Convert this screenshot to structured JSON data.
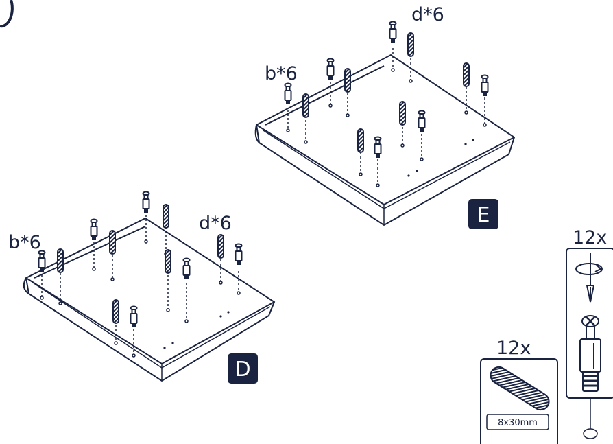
{
  "panels": [
    {
      "id": "E",
      "tag": "E",
      "callouts": [
        {
          "text": "b*6"
        },
        {
          "text": "d*6"
        }
      ]
    },
    {
      "id": "D",
      "tag": "D",
      "callouts": [
        {
          "text": "b*6"
        },
        {
          "text": "d*6"
        }
      ]
    }
  ],
  "hardware": {
    "cam_lock": {
      "count": "12x",
      "icon": "screwdriver-icon"
    },
    "dowel": {
      "count": "12x",
      "size": "8x30mm",
      "icon": "wood-dowel-icon"
    }
  },
  "colors": {
    "ink": "#1a2340",
    "tag_bg": "#1a2340"
  }
}
